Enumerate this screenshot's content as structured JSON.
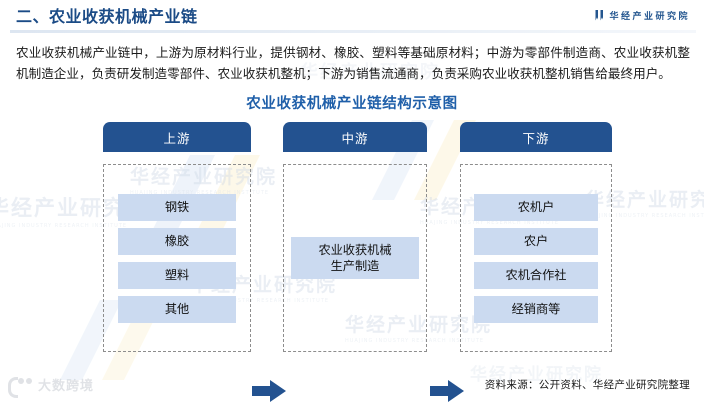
{
  "header": {
    "title": "二、农业收获机械产业链",
    "brand_name": "华经产业研究院",
    "brand_icon": "bookmark-icon"
  },
  "intro": {
    "paragraph": "农业收获机械产业链中，上游为原材料行业，提供钢材、橡胶、塑料等基础原材料；中游为零部件制造商、农业收获机整机制造企业，负责研发制造零部件、农业收获机整机；下游为销售流通商，负责采购农业收获机整机销售给最终用户。"
  },
  "chart_data": {
    "type": "diagram",
    "title": "农业收获机械产业链结构示意图",
    "columns": [
      {
        "header": "上游",
        "nodes": [
          "钢铁",
          "橡胶",
          "塑料",
          "其他"
        ]
      },
      {
        "header": "中游",
        "nodes": [
          "农业收获机械\n生产制造"
        ]
      },
      {
        "header": "下游",
        "nodes": [
          "农机户",
          "农户",
          "农机合作社",
          "经销商等"
        ]
      }
    ],
    "connectors": [
      {
        "icon": "arrow-right-icon",
        "from": "上游",
        "to": "中游"
      },
      {
        "icon": "arrow-right-icon",
        "from": "中游",
        "to": "下游"
      }
    ],
    "colors": {
      "header_bar": "#235290",
      "node_fill": "#cbdaf0",
      "arrow": "#235290",
      "title": "#1f5fa9",
      "dashed_border": "#8d8d8d"
    }
  },
  "footer": {
    "source": "资料来源：公开资料、华经产业研究院整理",
    "watermark_logo": "大数跨境"
  },
  "watermarks": {
    "main": "华经产业研究院",
    "sub": "HUAJING INDUSTRY RESEARCH INSTITUTE"
  }
}
